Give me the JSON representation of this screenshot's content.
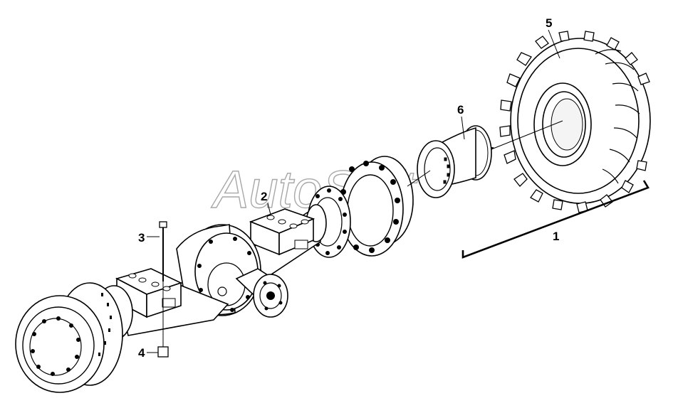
{
  "callouts": {
    "c1": "1",
    "c2": "2",
    "c3": "3",
    "c4": "4",
    "c5": "5",
    "c6": "6"
  },
  "watermark": "AutoSoft"
}
